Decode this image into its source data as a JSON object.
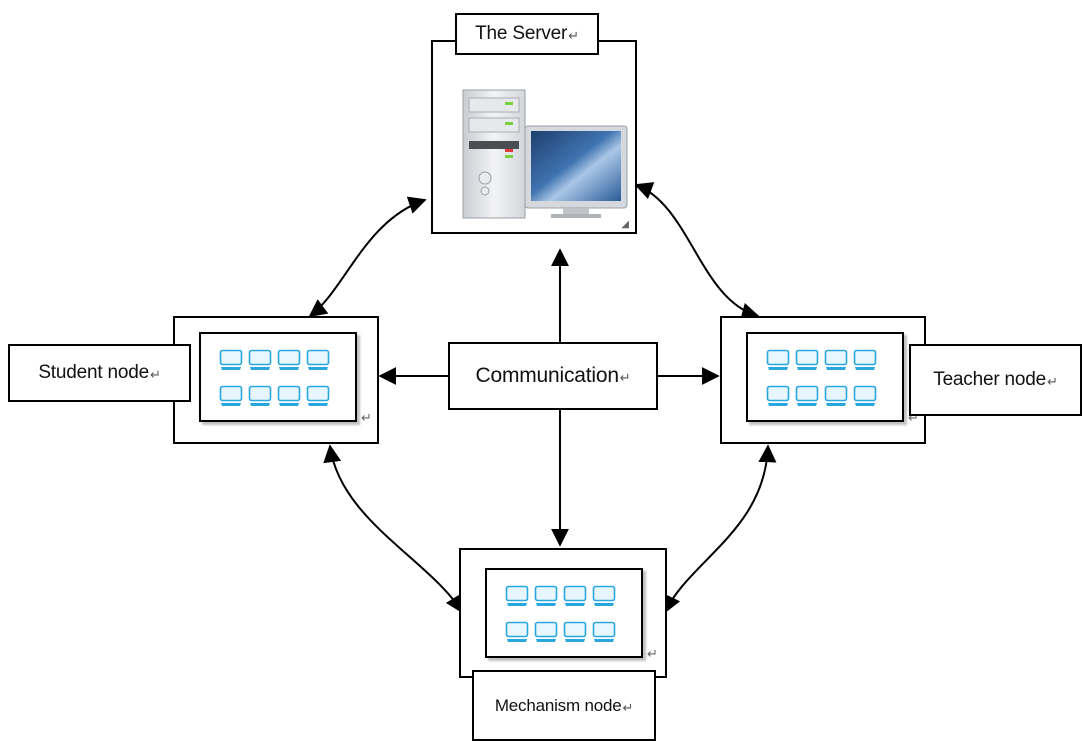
{
  "nodes": {
    "server": {
      "label": "The Server",
      "icon": "computer-icon"
    },
    "student": {
      "label": "Student node",
      "icon": "monitor-grid-icon"
    },
    "teacher": {
      "label": "Teacher node",
      "icon": "monitor-grid-icon"
    },
    "mechanism": {
      "label": "Mechanism node",
      "icon": "monitor-grid-icon"
    },
    "communication": {
      "label": "Communication"
    }
  },
  "paragraph_mark": "↵",
  "colors": {
    "line": "#000000",
    "monitor": "#29a7e0",
    "monitor_fill": "#e8f6fd"
  }
}
